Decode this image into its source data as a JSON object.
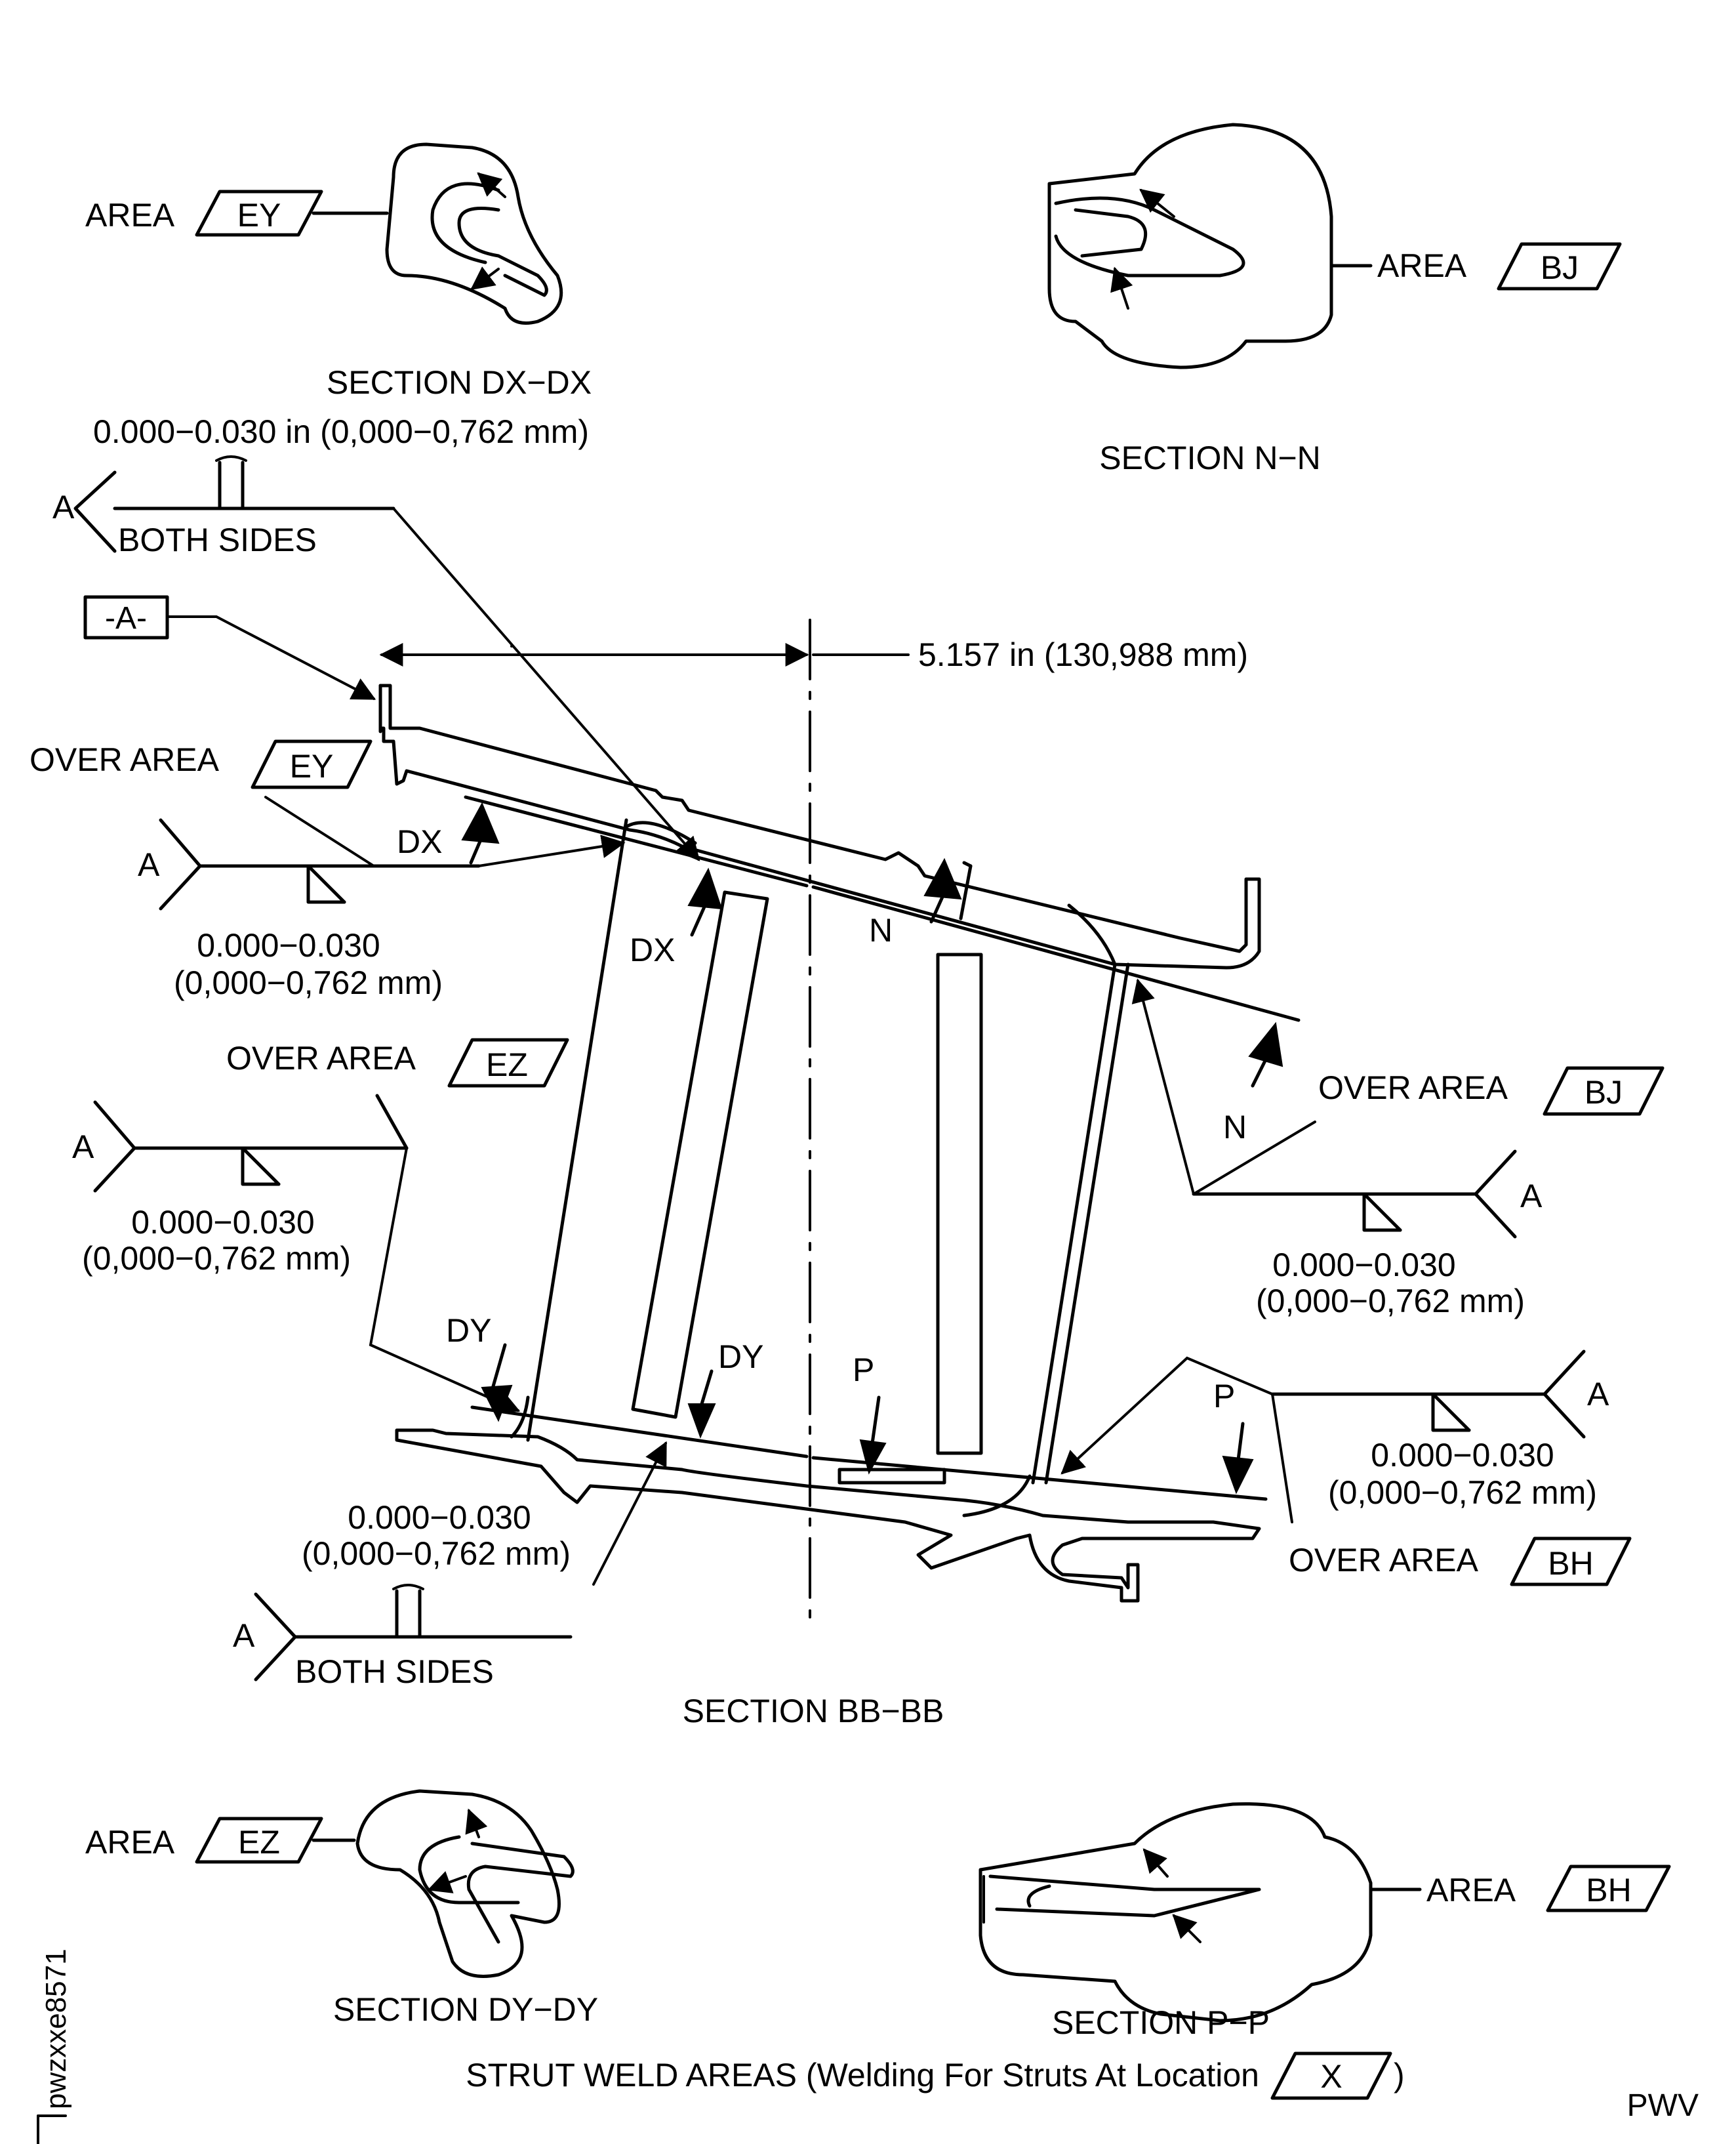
{
  "sections": {
    "dx": "SECTION DX−DX",
    "nn": "SECTION N−N",
    "bb": "SECTION BB−BB",
    "dy": "SECTION DY−DY",
    "pp": "SECTION P−P"
  },
  "areas": {
    "area_word": "AREA",
    "over_area": "OVER AREA",
    "ey": "EY",
    "bj": "BJ",
    "ez": "EZ",
    "bh": "BH"
  },
  "dimensions": {
    "top_tolerance": "0.000−0.030 in (0,000−0,762 mm)",
    "span": "5.157 in (130,988 mm)",
    "tol_in": "0.000−0.030",
    "tol_mm": "(0,000−0,762 mm)"
  },
  "labels": {
    "both_sides": "BOTH SIDES",
    "weld_a": "A",
    "datum": "-A-",
    "dx": "DX",
    "dy": "DY",
    "n": "N",
    "p": "P"
  },
  "footer": {
    "caption_main": "STRUT WELD AREAS (Welding For Struts At Location",
    "location_flag": "X",
    "caption_close": ")",
    "figure_id": "pwzxxe8571",
    "code": "PWV"
  }
}
